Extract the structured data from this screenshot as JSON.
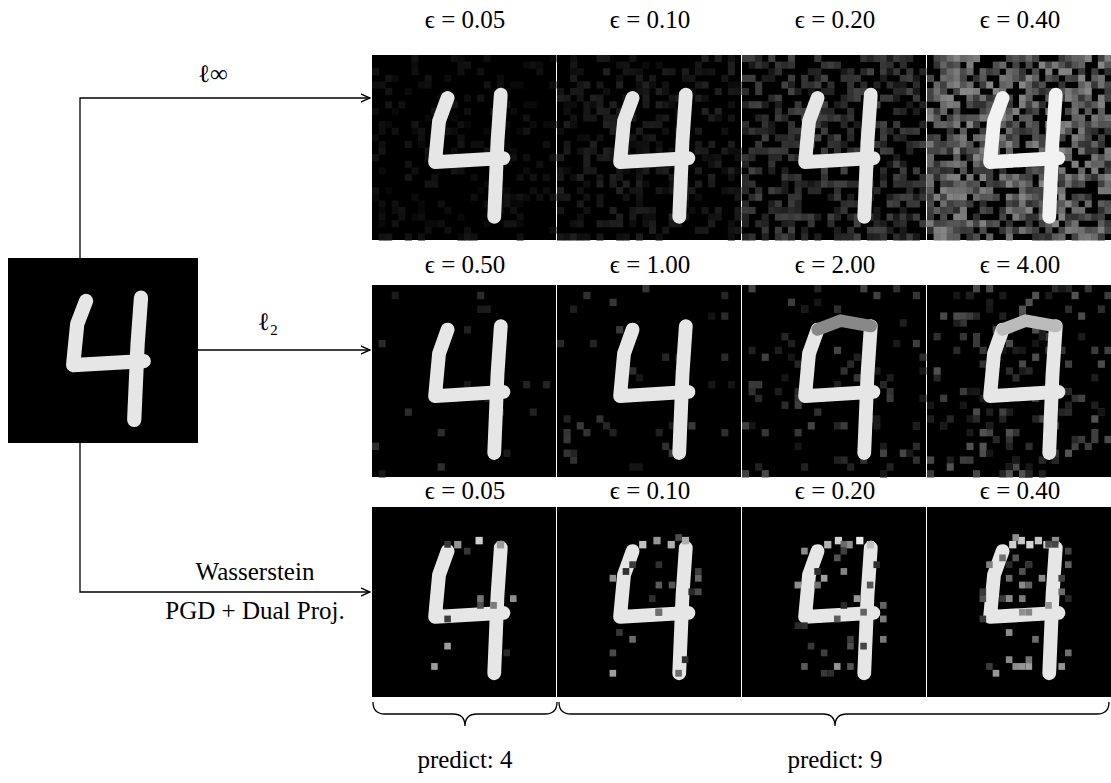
{
  "diagram": {
    "labels": [
      "ℓ∞",
      "ℓ₂",
      "Wasserstein",
      "PGD + Dual Proj.",
      "ϵ = 0.05",
      "ϵ = 0.10",
      "ϵ = 0.20",
      "ϵ = 0.40",
      "ϵ = 0.50",
      "ϵ = 1.00",
      "ϵ = 2.00",
      "ϵ = 4.00",
      "ϵ = 0.05",
      "ϵ = 0.10",
      "ϵ = 0.20",
      "ϵ = 0.40",
      "predict: 4",
      "predict: 9"
    ]
  }
}
